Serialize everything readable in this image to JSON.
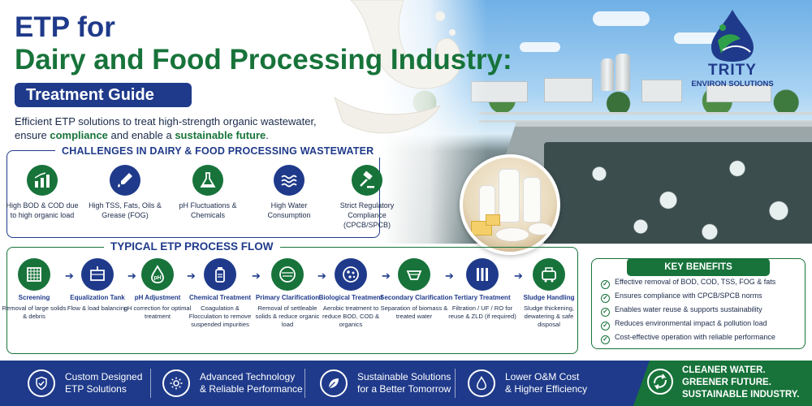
{
  "title": {
    "line1": "ETP for",
    "line2": "Dairy and Food Processing Industry:",
    "badge": "Treatment Guide"
  },
  "intro": {
    "part1": "Efficient ETP solutions to treat high-strength organic wastewater,",
    "part2": "ensure ",
    "highlight1": "compliance",
    "part3": " and enable a ",
    "highlight2": "sustainable future",
    "part4": "."
  },
  "logo": {
    "name": "TRITY",
    "sub": "ENVIRON SOLUTIONS"
  },
  "challenges": {
    "title": "CHALLENGES IN DAIRY & FOOD PROCESSING WASTEWATER",
    "items": [
      {
        "icon": "bod-chart-icon",
        "label": "High BOD & COD due to high organic load"
      },
      {
        "icon": "dropper-icon",
        "label": "High TSS, Fats, Oils & Grease (FOG)"
      },
      {
        "icon": "flask-icon",
        "label": "pH Fluctuations & Chemicals"
      },
      {
        "icon": "waves-icon",
        "label": "High Water Consumption"
      },
      {
        "icon": "gavel-icon",
        "label": "Strict Regulatory Compliance (CPCB/SPCB)"
      }
    ]
  },
  "flow": {
    "title": "TYPICAL ETP PROCESS FLOW",
    "steps": [
      {
        "icon": "screen-icon",
        "name": "Screening",
        "desc": "Removal of large solids & debris"
      },
      {
        "icon": "tank-icon",
        "name": "Equalization Tank",
        "desc": "Flow & load balancing"
      },
      {
        "icon": "ph-icon",
        "name": "pH Adjustment",
        "desc": "pH correction for optimal treatment"
      },
      {
        "icon": "chemical-icon",
        "name": "Chemical Treatment",
        "desc": "Coagulation & Flocculation to remove suspended impurities"
      },
      {
        "icon": "clarifier-icon",
        "name": "Primary Clarification",
        "desc": "Removal of settleable solids & reduce organic load"
      },
      {
        "icon": "bio-icon",
        "name": "Biological Treatment",
        "desc": "Aerobic treatment to reduce BOD, COD & organics"
      },
      {
        "icon": "secondary-clarifier-icon",
        "name": "Secondary Clarification",
        "desc": "Separation of biomass & treated water"
      },
      {
        "icon": "filter-icon",
        "name": "Tertiary Treatment",
        "desc": "Filtration / UF / RO for reuse & ZLD (if required)"
      },
      {
        "icon": "sludge-icon",
        "name": "Sludge Handling",
        "desc": "Sludge thickening, dewatering & safe disposal"
      }
    ]
  },
  "benefits": {
    "title": "KEY BENEFITS",
    "items": [
      "Effective removal of BOD, COD, TSS, FOG & fats",
      "Ensures compliance with CPCB/SPCB norms",
      "Enables water reuse & supports sustainability",
      "Reduces environmental impact & pollution load",
      "Cost-effective operation with reliable performance"
    ]
  },
  "features": [
    {
      "icon": "shield-check-icon",
      "line1": "Custom Designed",
      "line2": "ETP Solutions"
    },
    {
      "icon": "gear-icon",
      "line1": "Advanced Technology",
      "line2": "& Reliable Performance"
    },
    {
      "icon": "leaf-icon",
      "line1": "Sustainable Solutions",
      "line2": "for a Better Tomorrow"
    },
    {
      "icon": "water-drop-icon",
      "line1": "Lower O&M Cost",
      "line2": "& Higher Efficiency"
    }
  ],
  "slogan": {
    "icon": "recycle-icon",
    "line1": "CLEANER WATER.",
    "line2": "GREENER FUTURE.",
    "line3": "SUSTAINABLE INDUSTRY."
  },
  "colors": {
    "navy": "#1f3a8a",
    "green": "#17733a"
  }
}
